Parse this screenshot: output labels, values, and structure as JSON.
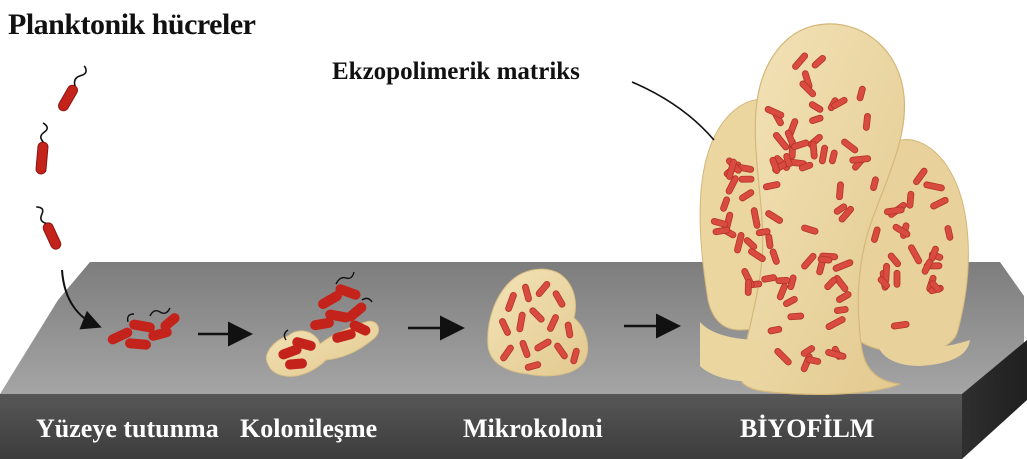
{
  "title": "Planktonik hücreler",
  "matrix_label": "Ekzopolimerik matriks",
  "stages": [
    "Yüzeye tutunma",
    "Kolonileşme",
    "Mikrokoloni",
    "BİYOFİLM"
  ],
  "colors": {
    "bacteria": "#c4231b",
    "bacteria_dark": "#8e1410",
    "matrix": "#ecd8a6",
    "matrix_edge": "#d9bf84",
    "surface_top": "#8c8c8c",
    "surface_front": "#474747",
    "label_white": "#ffffff"
  },
  "icons": [
    "bacterium-icon",
    "arrow-right-icon",
    "curved-arrow-icon"
  ]
}
